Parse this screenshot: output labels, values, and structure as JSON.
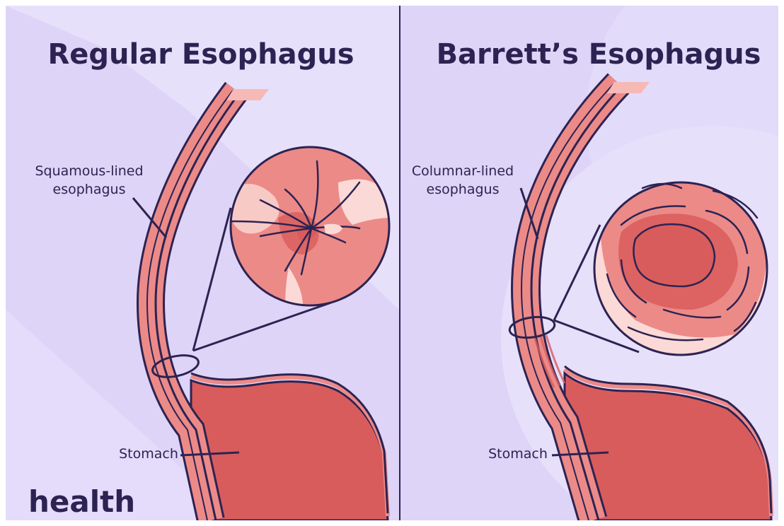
{
  "panels": [
    {
      "title": "Regular Esophagus",
      "labels": {
        "lining_line1": "Squamous-lined",
        "lining_line2": "esophagus",
        "stomach": "Stomach"
      }
    },
    {
      "title": "Barrett’s Esophagus",
      "labels": {
        "lining_line1": "Columnar-lined",
        "lining_line2": "esophagus",
        "stomach": "Stomach"
      }
    }
  ],
  "brand": {
    "logo_text": "health"
  },
  "colors": {
    "background": "#ddd4f7",
    "background_light": "#e7e0fb",
    "ink": "#2d2352",
    "tissue": "#ec8a88",
    "tissue_light": "#f6b9b6",
    "stomach": "#d95c5c",
    "highlight": "#fbd9d6"
  },
  "icons": [
    "zoom-circle",
    "sphincter-ring",
    "leader-line"
  ]
}
